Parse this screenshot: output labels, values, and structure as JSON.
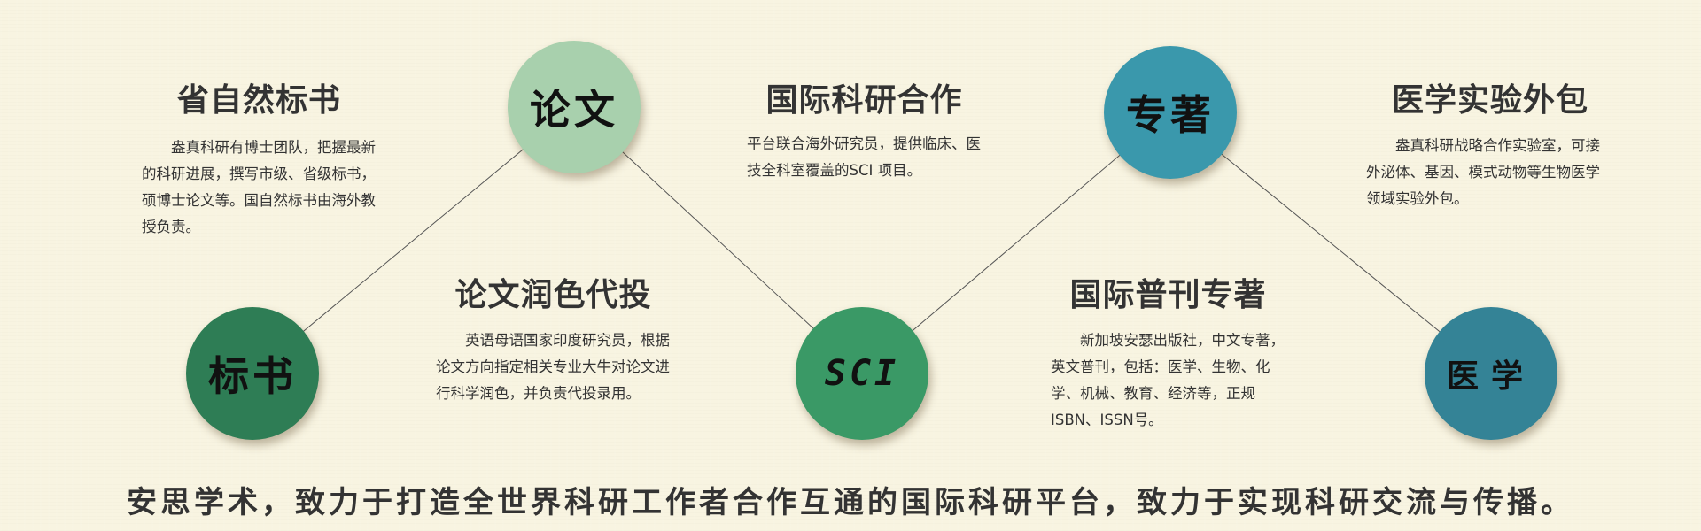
{
  "colors": {
    "background": "#f8f4e1",
    "circle_biaoshu": "#2e7d55",
    "circle_lunwen": "#a8d0ad",
    "circle_sci": "#3a9966",
    "circle_zhuanzhu": "#3a98ac",
    "circle_yixue": "#348396",
    "text": "#333333"
  },
  "nodes": [
    {
      "label": "标书",
      "color": "#2e7d55"
    },
    {
      "label": "论文",
      "color": "#a8d0ad"
    },
    {
      "label": "SCI",
      "color": "#3a9966"
    },
    {
      "label": "专著",
      "color": "#3a98ac"
    },
    {
      "label": "医学",
      "color": "#348396"
    }
  ],
  "blocks": [
    {
      "title": "省自然标书",
      "text": "盎真科研有博士团队，把握最新的科研进展，撰写市级、省级标书，硕博士论文等。国自然标书由海外教授负责。"
    },
    {
      "title": "论文润色代投",
      "text": "英语母语国家印度研究员，根据论文方向指定相关专业大牛对论文进行科学润色，并负责代投录用。"
    },
    {
      "title": "国际科研合作",
      "text": "平台联合海外研究员，提供临床、医技全科室覆盖的SCI 项目。"
    },
    {
      "title": "国际普刊专著",
      "text": "新加坡安瑟出版社，中文专著，英文普刊，包括：医学、生物、化学、机械、教育、经济等，正规ISBN、ISSN号。"
    },
    {
      "title": "医学实验外包",
      "text": "盎真科研战略合作实验室，可接外泌体、基因、模式动物等生物医学领域实验外包。"
    }
  ],
  "slogan": "安思学术，致力于打造全世界科研工作者合作互通的国际科研平台，致力于实现科研交流与传播。"
}
